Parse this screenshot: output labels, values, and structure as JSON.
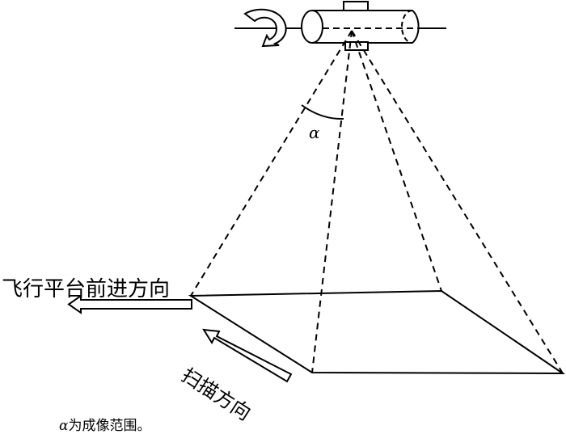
{
  "labels": {
    "flight_direction": "飞行平台前进方向",
    "scan_direction": "扫描方向",
    "angle_symbol": "α",
    "caption_symbol": "α",
    "caption_text": "为成像范围。"
  },
  "colors": {
    "line": "#000000",
    "background": "#ffffff"
  }
}
